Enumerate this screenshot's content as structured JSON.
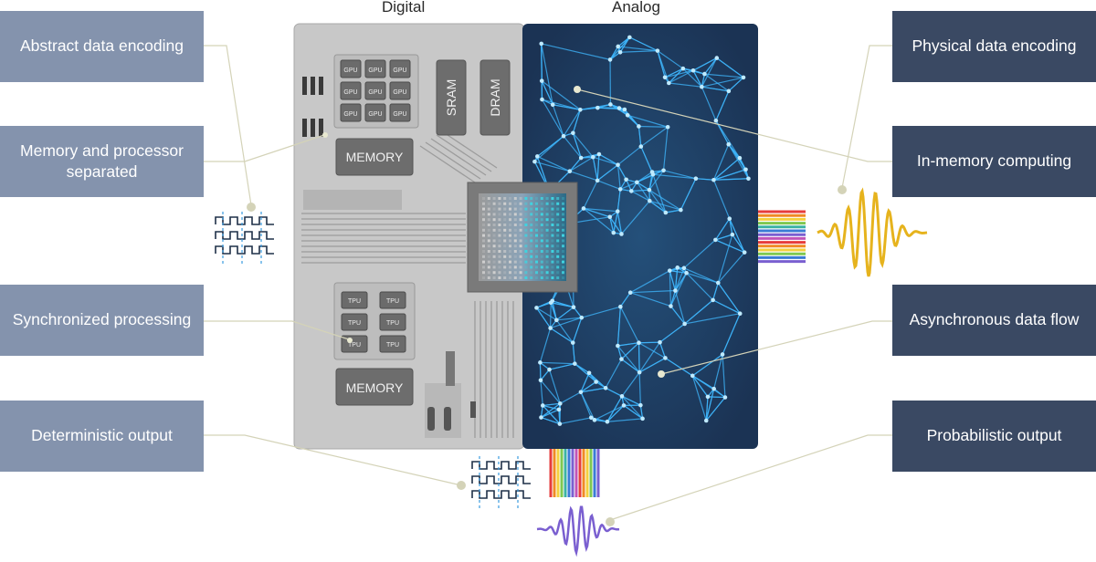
{
  "headers": {
    "digital": "Digital",
    "analog": "Analog"
  },
  "left_labels": [
    {
      "text": "Abstract data encoding"
    },
    {
      "text": "Memory and processor separated"
    },
    {
      "text": "Synchronized processing"
    },
    {
      "text": "Deterministic output"
    }
  ],
  "right_labels": [
    {
      "text": "Physical data encoding"
    },
    {
      "text": "In-memory computing"
    },
    {
      "text": "Asynchronous data flow"
    },
    {
      "text": "Probabilistic output"
    }
  ],
  "chip": {
    "gpu_label": "GPU",
    "tpu_label": "TPU",
    "memory_label": "MEMORY",
    "sram_label": "SRAM",
    "dram_label": "DRAM"
  },
  "colors": {
    "digital_chip": "#c9c9c9",
    "analog_chip": "#1d3556",
    "left_box": "#8493ad",
    "right_box": "#3a4963",
    "network_line": "#3fb8ff",
    "callout_line": "#cfcfb4"
  }
}
